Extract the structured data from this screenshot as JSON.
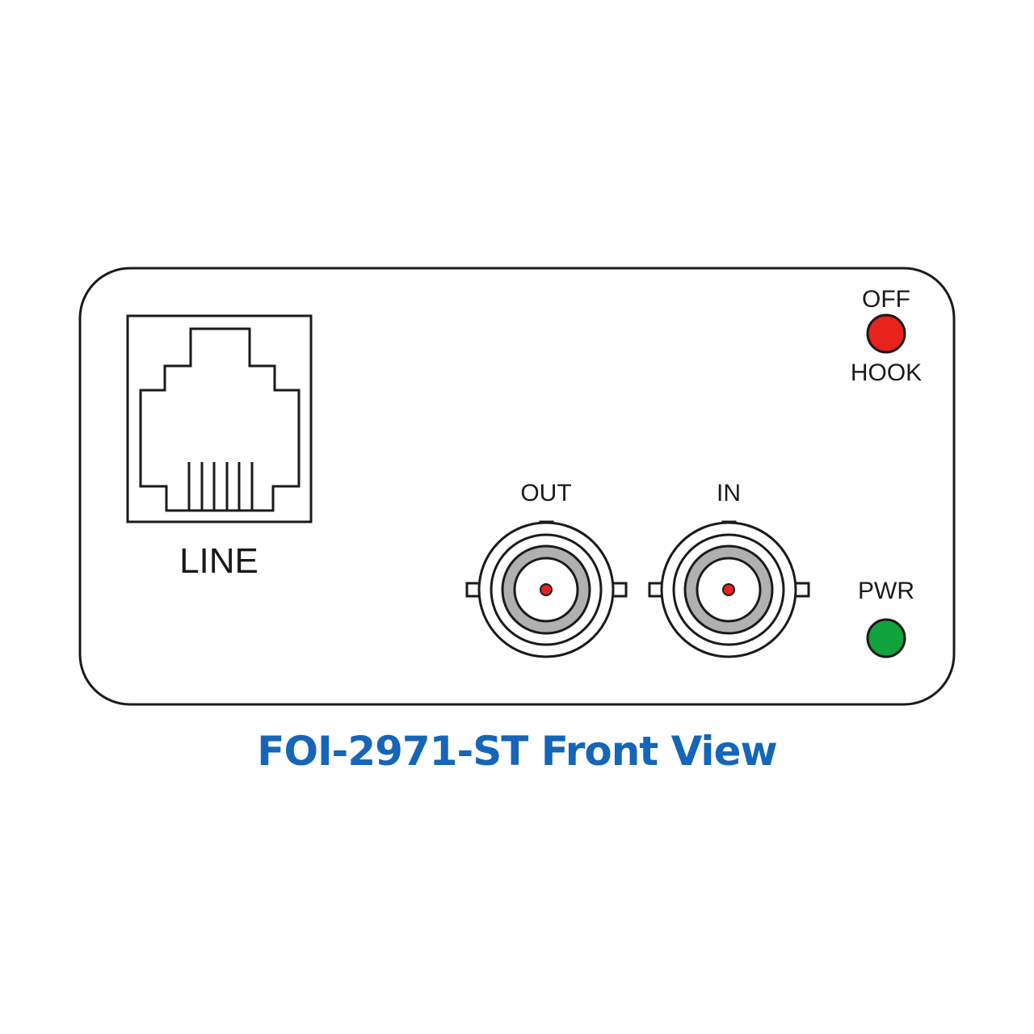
{
  "caption": "FOI-2971-ST Front View",
  "panel": {
    "line_jack_label": "LINE",
    "bnc_out_label": "OUT",
    "bnc_in_label": "IN",
    "off_hook_top": "OFF",
    "off_hook_bottom": "HOOK",
    "pwr_label": "PWR"
  },
  "colors": {
    "caption": "#1565b8",
    "outline": "#1a1a1a",
    "off_hook_led": "#e8221d",
    "pwr_led": "#11a23c",
    "bnc_ring": "#b0b0b0",
    "bnc_pin": "#e8221d"
  },
  "icons": {
    "line_jack": "rj11-jack-icon",
    "bnc_out": "bnc-connector-icon",
    "bnc_in": "bnc-connector-icon",
    "off_hook_led": "led-indicator-icon",
    "pwr_led": "led-indicator-icon"
  }
}
